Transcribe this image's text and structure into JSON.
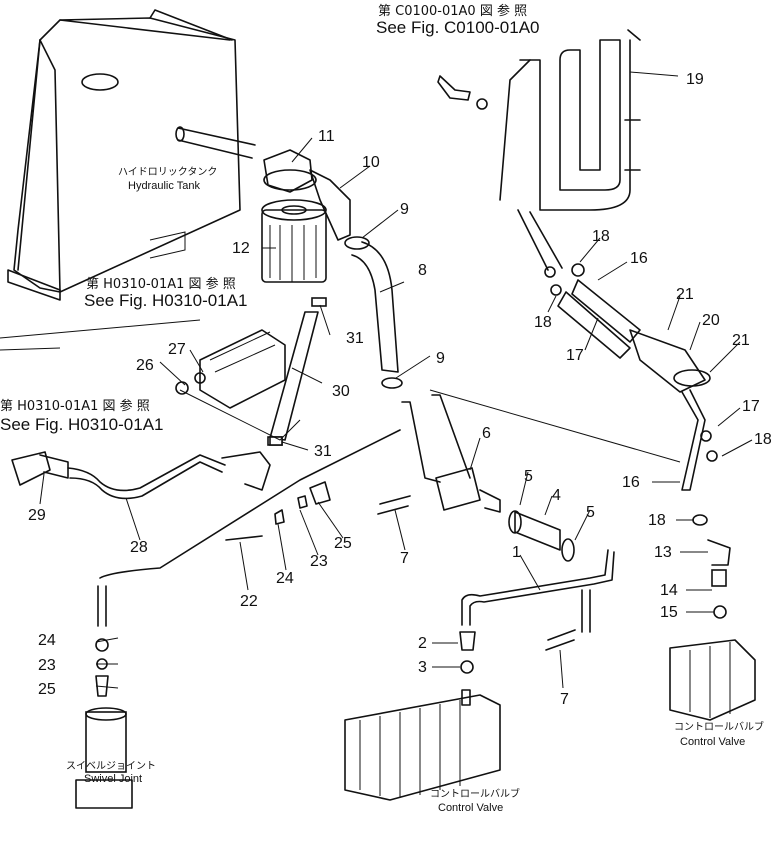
{
  "references": {
    "top_jp": "第 C0100-01A0 図 参 照",
    "top_en": "See Fig. C0100-01A0",
    "mid_jp": "第 H0310-01A1 図 参 照",
    "mid_en": "See Fig. H0310-01A1",
    "left_jp": "第 H0310-01A1 図 参 照",
    "left_en": "See Fig. H0310-01A1"
  },
  "labels": {
    "tank_jp": "ハイドロリックタンク",
    "tank_en": "Hydraulic Tank",
    "swivel_jp": "スイベルジョイント",
    "swivel_en": "Swivel Joint",
    "cv_bottom_jp": "コントロールバルブ",
    "cv_bottom_en": "Control Valve",
    "cv_right_jp": "コントロールバルブ",
    "cv_right_en": "Control Valve"
  },
  "part_numbers": {
    "n1": "1",
    "n2": "2",
    "n3": "3",
    "n4": "4",
    "n5a": "5",
    "n5b": "5",
    "n6": "6",
    "n7a": "7",
    "n7b": "7",
    "n8": "8",
    "n9a": "9",
    "n9b": "9",
    "n10": "10",
    "n11": "11",
    "n12": "12",
    "n13": "13",
    "n14": "14",
    "n15": "15",
    "n16a": "16",
    "n16b": "16",
    "n17a": "17",
    "n17b": "17",
    "n18a": "18",
    "n18b": "18",
    "n18c": "18",
    "n18d": "18",
    "n19": "19",
    "n20": "20",
    "n21a": "21",
    "n21b": "21",
    "n22": "22",
    "n23a": "23",
    "n23b": "23",
    "n24a": "24",
    "n24b": "24",
    "n25a": "25",
    "n25b": "25",
    "n26": "26",
    "n27": "27",
    "n28": "28",
    "n29": "29",
    "n30": "30",
    "n31a": "31",
    "n31b": "31"
  }
}
